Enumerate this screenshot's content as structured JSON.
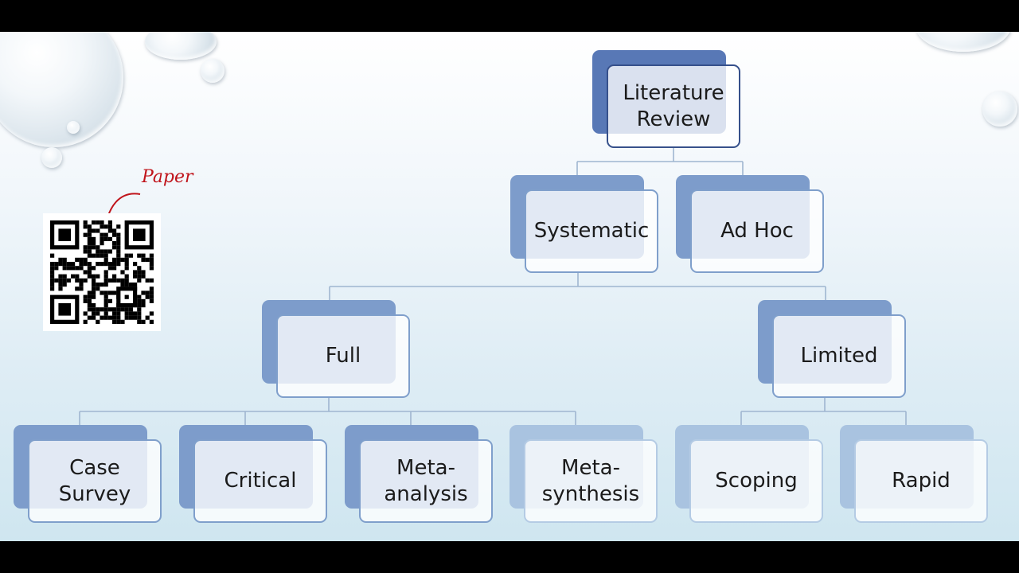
{
  "colors": {
    "line": "#9fb6d0",
    "back_dark": "#5878b6",
    "back_mid": "#7d9ccb",
    "back_light": "#a9c3e0",
    "border_dark": "#36508b",
    "border_mid": "#7f9fcb",
    "border_light": "#b4cbe4",
    "accent_red": "#c0141b"
  },
  "annotation": {
    "label": "Paper",
    "icon": "curved-arrow-icon"
  },
  "qr": {
    "icon": "qr-code-icon"
  },
  "tree": {
    "root": {
      "label": "Literature\nReview"
    },
    "level1": [
      {
        "label": "Systematic"
      },
      {
        "label": "Ad Hoc"
      }
    ],
    "level2": [
      {
        "label": "Full"
      },
      {
        "label": "Limited"
      }
    ],
    "level3": [
      {
        "label": "Case\nSurvey"
      },
      {
        "label": "Critical"
      },
      {
        "label": "Meta-\nanalysis"
      },
      {
        "label": "Meta-\nsynthesis"
      },
      {
        "label": "Scoping"
      },
      {
        "label": "Rapid"
      }
    ]
  }
}
